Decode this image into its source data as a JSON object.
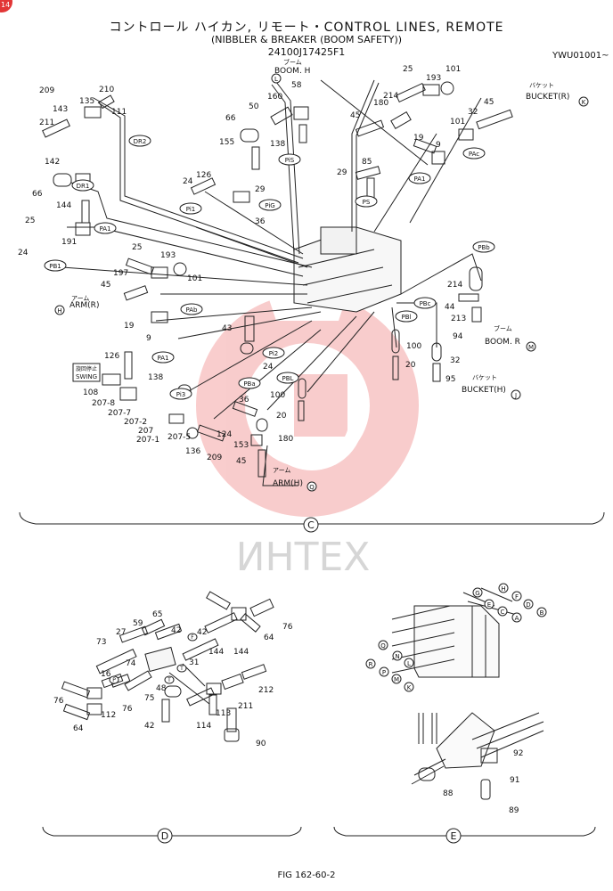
{
  "header": {
    "title": "コントロール ハイカン, リモート・CONTROL LINES, REMOTE",
    "subtitle": "(NIBBLER & BREAKER (BOOM SAFETY))",
    "part_no": "24100J17425F1",
    "serial": "YWU01001~"
  },
  "badge": "14",
  "watermark": "ИНТЕХ",
  "footer": "FIG 162-60-2",
  "sections": [
    "C",
    "D",
    "E"
  ],
  "circle_letters": [
    "L",
    "K",
    "M",
    "J",
    "Q",
    "H",
    "G",
    "H",
    "F",
    "E",
    "C",
    "D",
    "A",
    "B",
    "Q",
    "N",
    "L",
    "R",
    "P",
    "M",
    "K",
    "F",
    "T",
    "P"
  ],
  "port_tags": [
    "DR2",
    "DR1",
    "PA1",
    "PB1",
    "PA1",
    "PAc",
    "PA1",
    "Pi1",
    "PiG",
    "PiS",
    "PS",
    "PBb",
    "PBc",
    "PBl",
    "PA1",
    "Pi2",
    "PBa",
    "Pi3",
    "PBL",
    "PAb"
  ],
  "callouts": {
    "boom_h": "ブーム\nBOOM.H",
    "bucket_r": "バケット\nBUCKET(R)",
    "arm_r": "アーム\nARM(R)",
    "boom_r": "ブーム\nBOOM.R",
    "bucket_h": "バケット\nBUCKET(H)",
    "arm_h": "アーム\nARM(H)",
    "swing": "旋回停止\nSWING"
  },
  "part_numbers": [
    "209",
    "135",
    "210",
    "111",
    "143",
    "211",
    "DR2",
    "142",
    "66",
    "144",
    "25",
    "191",
    "24",
    "58",
    "160",
    "50",
    "66",
    "155",
    "138",
    "126",
    "24",
    "29",
    "36",
    "25",
    "193",
    "214",
    "180",
    "45",
    "19",
    "9",
    "101",
    "32",
    "45",
    "101",
    "85",
    "29",
    "25",
    "197",
    "45",
    "19",
    "9",
    "193",
    "101",
    "43",
    "24",
    "126",
    "108",
    "207-8",
    "207-7",
    "207-2",
    "207",
    "207-1",
    "138",
    "36",
    "180",
    "153",
    "136",
    "124",
    "209",
    "45",
    "207-5",
    "100",
    "20",
    "100",
    "20",
    "94",
    "214",
    "44",
    "213",
    "32",
    "95",
    "65",
    "59",
    "27",
    "76",
    "73",
    "74",
    "42",
    "31",
    "64",
    "144",
    "42",
    "144",
    "16",
    "48",
    "75",
    "42",
    "76",
    "76",
    "64",
    "112",
    "113",
    "211",
    "212",
    "114",
    "90",
    "92",
    "91",
    "89",
    "88"
  ]
}
